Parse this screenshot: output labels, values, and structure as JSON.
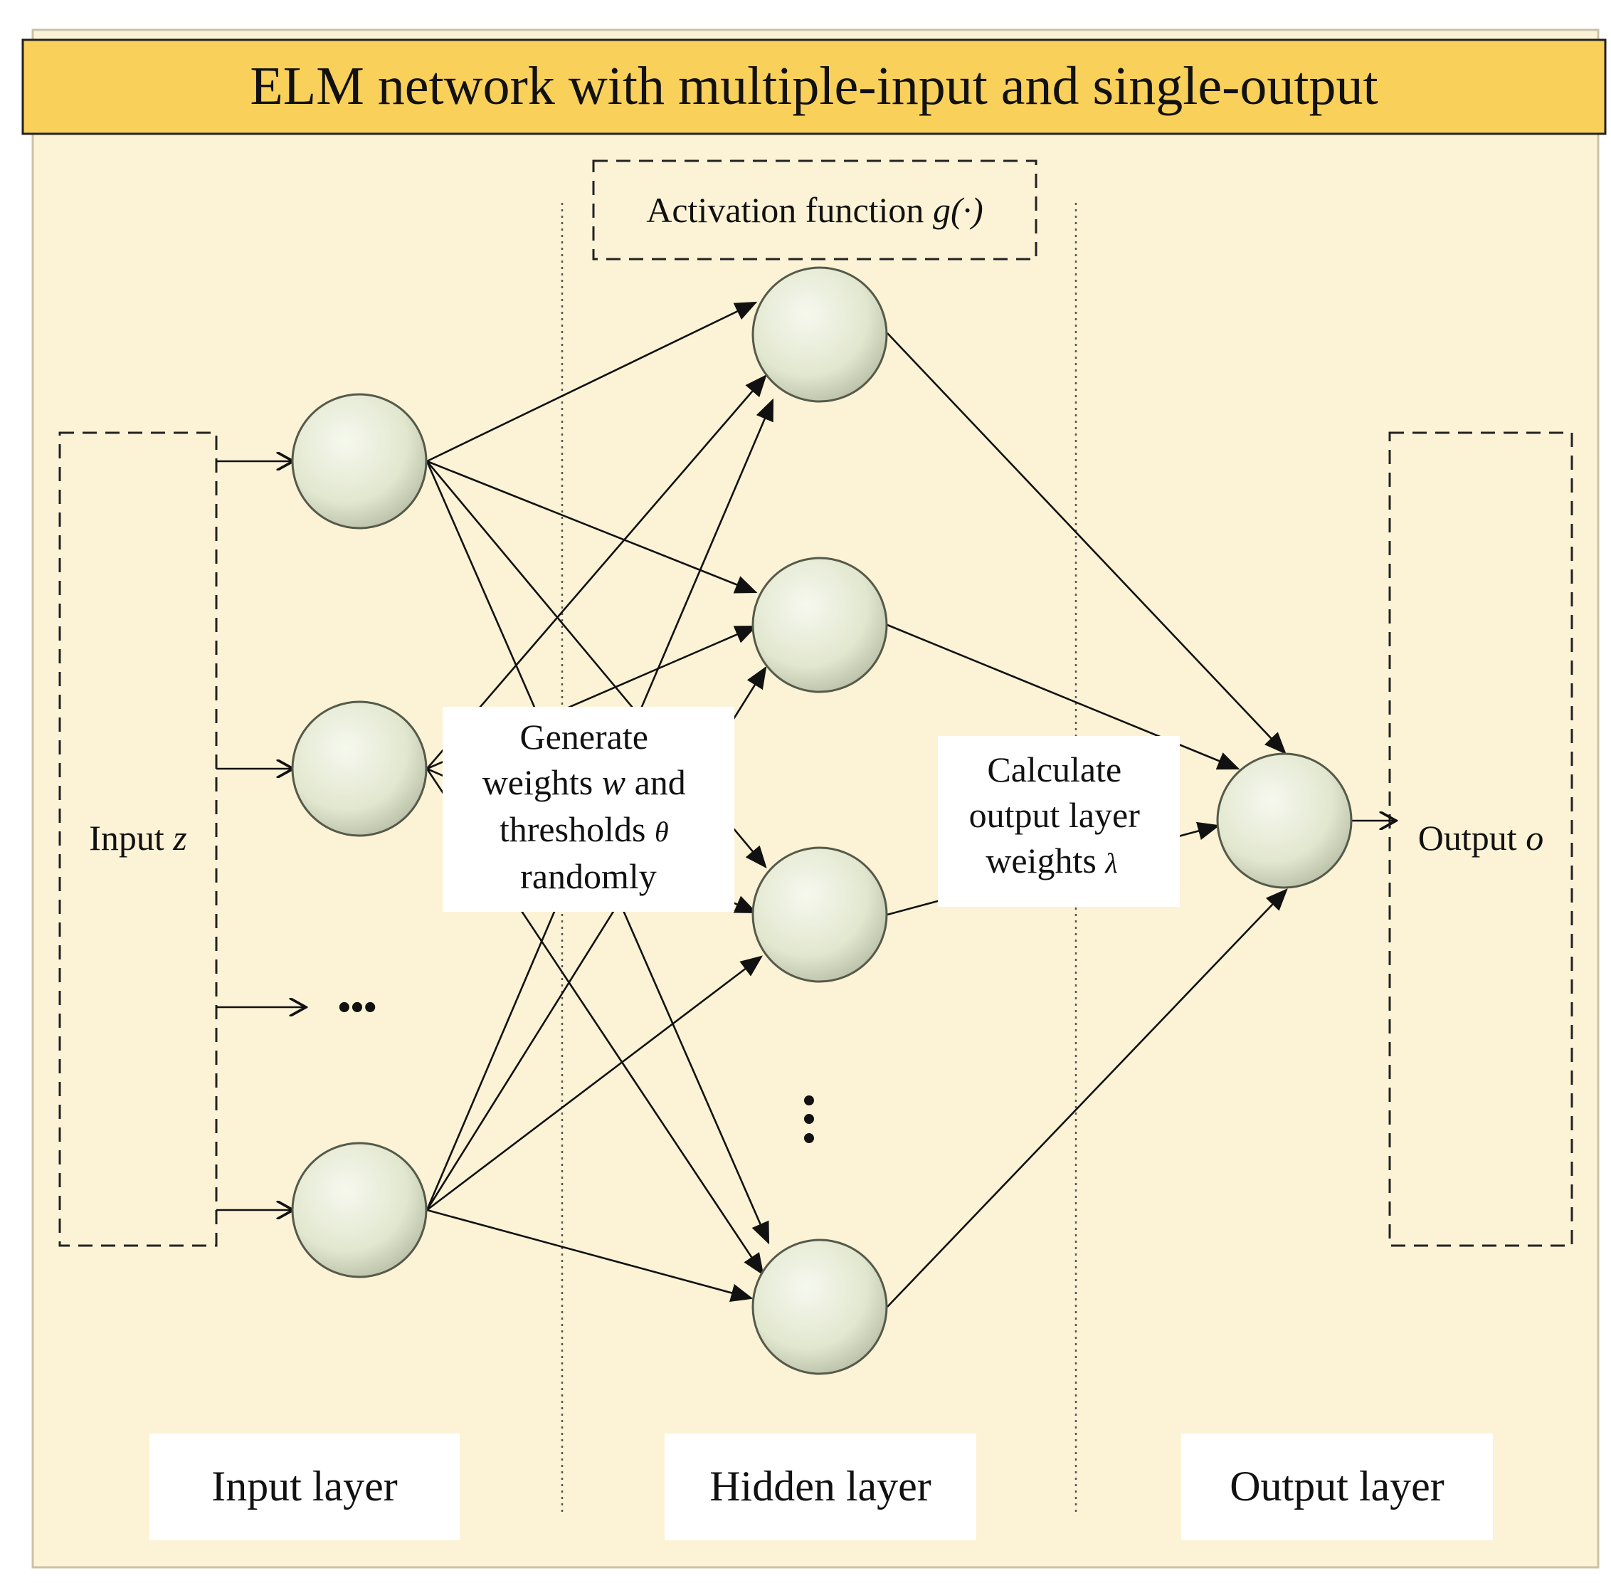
{
  "title": "ELM network with multiple-input and single-output",
  "activation_box": {
    "text": "Activation function",
    "symbol": "g(·)"
  },
  "input_box": {
    "text": "Input",
    "symbol": "z"
  },
  "output_box": {
    "text": "Output",
    "symbol": "o"
  },
  "generate_box": {
    "line1": "Generate",
    "line2_pre": "weights",
    "line2_sym": "w",
    "line2_post": "and",
    "line3_pre": "thresholds",
    "line3_sym": "θ",
    "line4": "randomly"
  },
  "calculate_box": {
    "line1": "Calculate",
    "line2": "output layer",
    "line3_pre": "weights",
    "line3_sym": "λ"
  },
  "ellipsis_horizontal": "•••",
  "layer_labels": {
    "input": "Input layer",
    "hidden": "Hidden layer",
    "output": "Output layer"
  },
  "colors": {
    "title_bar": "#f8d05a",
    "panel": "#fcf3d6",
    "node_fill": "#e6ead6",
    "stroke": "#111111"
  }
}
